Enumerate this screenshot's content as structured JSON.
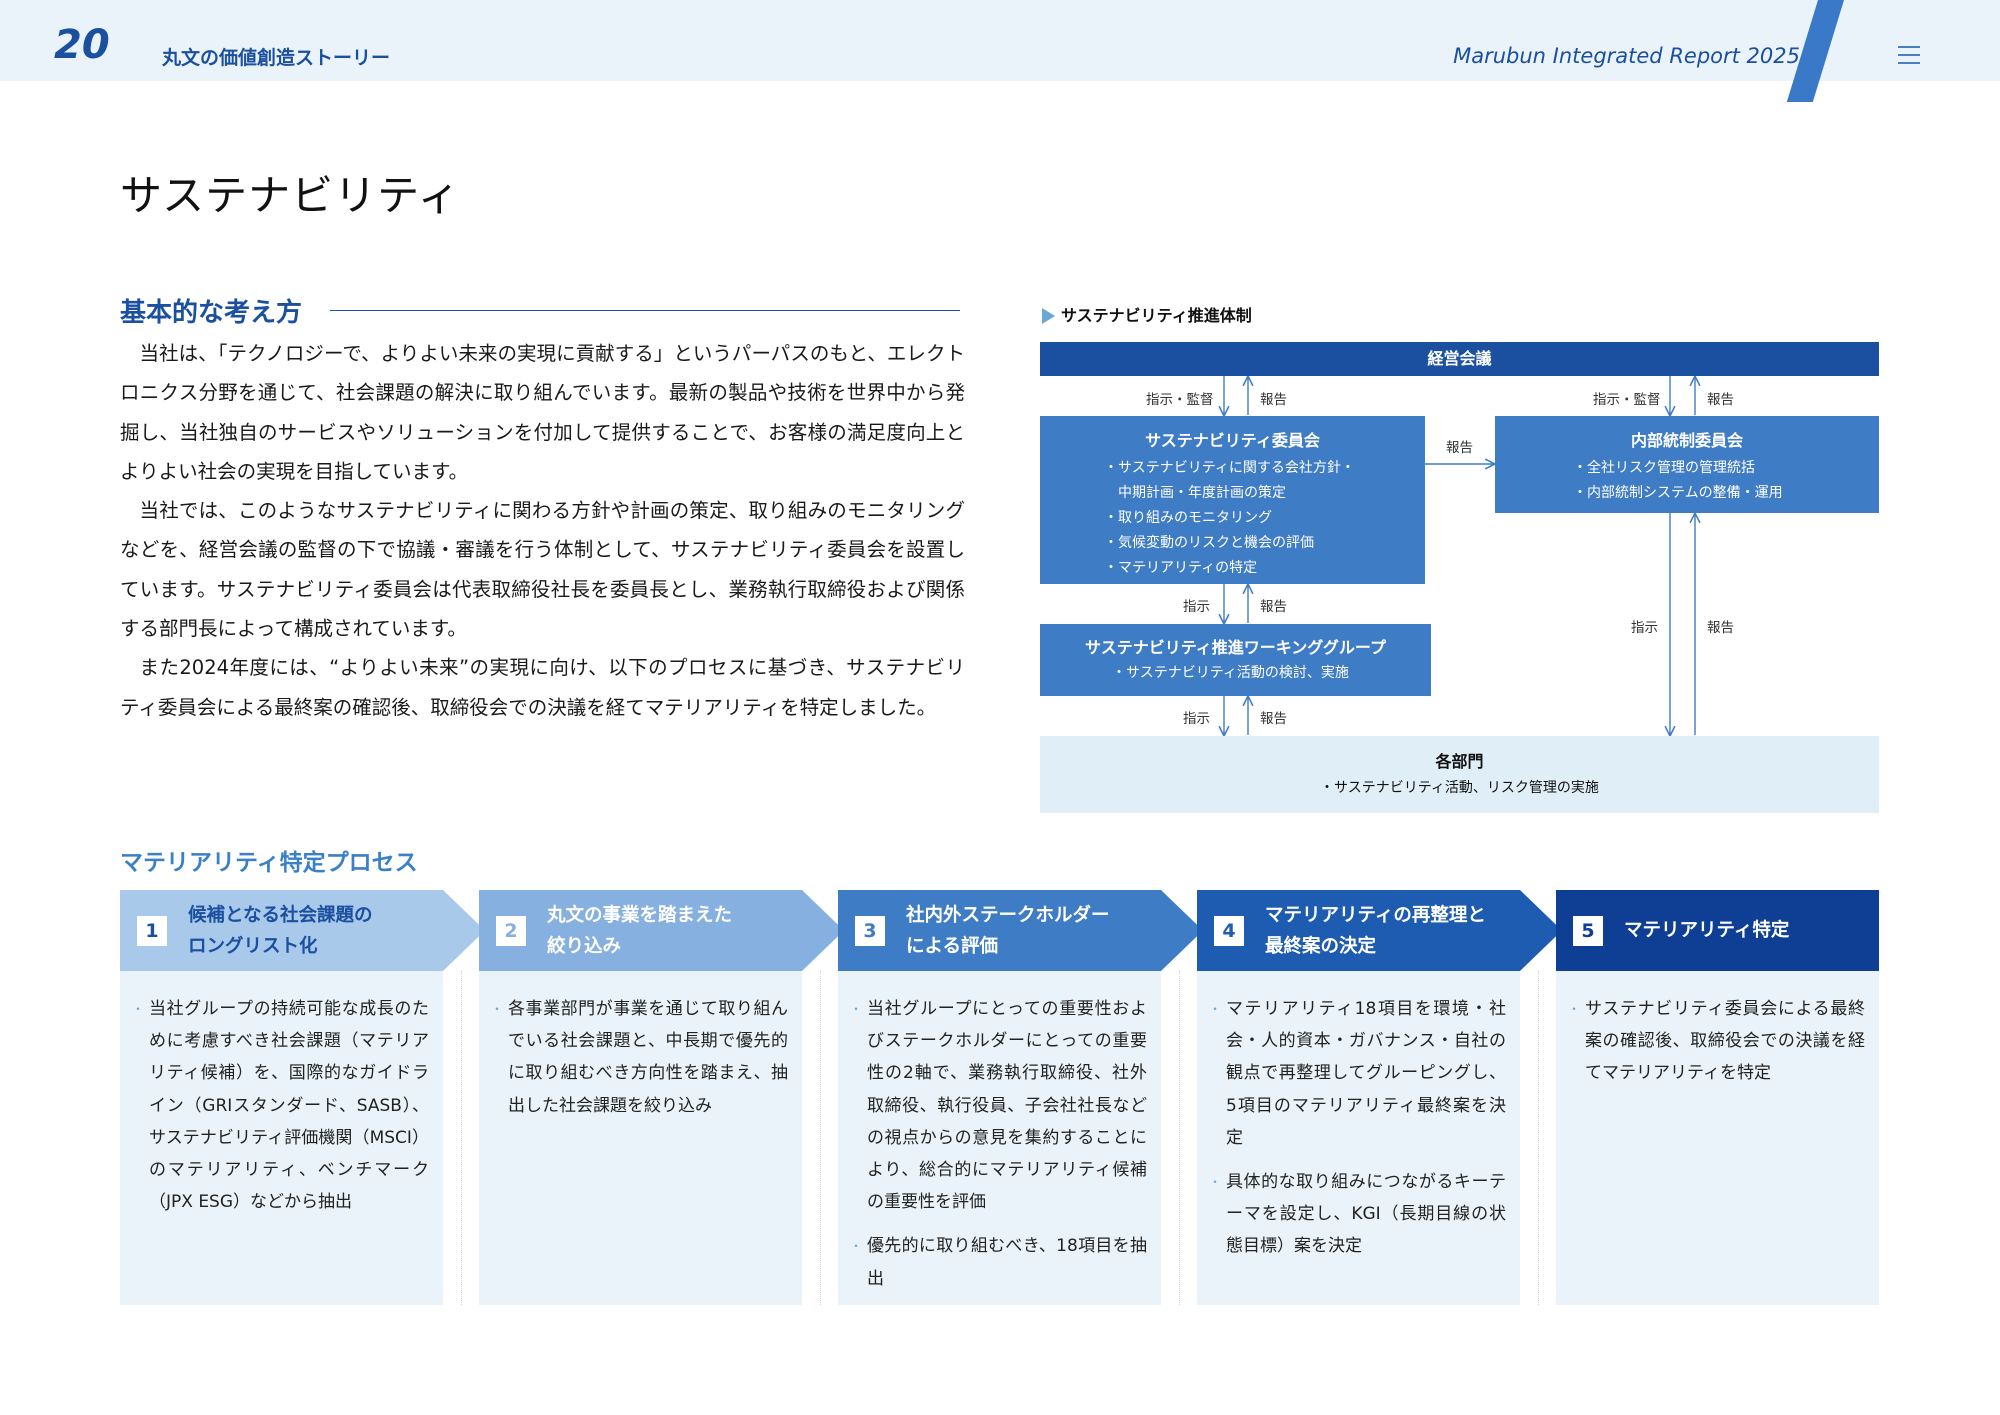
{
  "header": {
    "page_number": "20",
    "section": "丸文の価値創造ストーリー",
    "report": "Marubun Integrated Report 2025",
    "menu_icon": "hamburger-menu-icon"
  },
  "page_title": "サステナビリティ",
  "concept": {
    "heading": "基本的な考え方",
    "paragraphs": [
      "当社は、「テクノロジーで、よりよい未来の実現に貢献する」というパーパスのもと、エレクトロニクス分野を通じて、社会課題の解決に取り組んでいます。最新の製品や技術を世界中から発掘し、当社独自のサービスやソリューションを付加して提供することで、お客様の満足度向上とよりよい社会の実現を目指しています。",
      "当社では、このようなサステナビリティに関わる方針や計画の策定、取り組みのモニタリングなどを、経営会議の監督の下で協議・審議を行う体制として、サステナビリティ委員会を設置しています。サステナビリティ委員会は代表取締役社長を委員長とし、業務執行取締役および関係する部門長によって構成されています。",
      "また2024年度には、“よりよい未来”の実現に向け、以下のプロセスに基づき、サステナビリティ委員会による最終案の確認後、取締役会での決議を経てマテリアリティを特定しました。"
    ]
  },
  "org_chart": {
    "title": "サステナビリティ推進体制",
    "keiei": "経営会議",
    "sust_committee": {
      "title": "サステナビリティ委員会",
      "items": [
        "サステナビリティに関する会社方針・",
        "中期計画・年度計画の策定",
        "取り組みのモニタリング",
        "気候変動のリスクと機会の評価",
        "マテリアリティの特定"
      ]
    },
    "naibu_committee": {
      "title": "内部統制委員会",
      "items": [
        "全社リスク管理の管理統括",
        "内部統制システムの整備・運用"
      ]
    },
    "working_group": {
      "title": "サステナビリティ推進ワーキンググループ",
      "items": [
        "サステナビリティ活動の検討、実施"
      ]
    },
    "departments": {
      "title": "各部門",
      "items": [
        "サステナビリティ活動、リスク管理の実施"
      ]
    },
    "labels": {
      "shiji_kansa": "指示・監督",
      "houkoku": "報告",
      "shiji": "指示"
    }
  },
  "process": {
    "heading": "マテリアリティ特定プロセス",
    "steps": [
      {
        "num": "1",
        "label_lines": [
          "候補となる社会課題の",
          "ロングリスト化"
        ],
        "color": "#a9c9ea",
        "text_color": "#1b4fa0",
        "bullets": [
          "当社グループの持続可能な成長のために考慮すべき社会課題（マテリアリティ候補）を、国際的なガイドライン（GRIスタンダード、SASB）、サステナビリティ評価機関（MSCI）のマテリアリティ、ベンチマーク（JPX ESG）などから抽出"
        ]
      },
      {
        "num": "2",
        "label_lines": [
          "丸文の事業を踏まえた",
          "絞り込み"
        ],
        "color": "#86b0df",
        "text_color": "#ffffff",
        "bullets": [
          "各事業部門が事業を通じて取り組んでいる社会課題と、中長期で優先的に取り組むべき方向性を踏まえ、抽出した社会課題を絞り込み"
        ]
      },
      {
        "num": "3",
        "label_lines": [
          "社内外ステークホルダー",
          "による評価"
        ],
        "color": "#3f7cc6",
        "text_color": "#ffffff",
        "bullets": [
          "当社グループにとっての重要性およびステークホルダーにとっての重要性の2軸で、業務執行取締役、社外取締役、執行役員、子会社社長などの視点からの意見を集約することにより、総合的にマテリアリティ候補の重要性を評価",
          "優先的に取り組むべき、18項目を抽出"
        ]
      },
      {
        "num": "4",
        "label_lines": [
          "マテリアリティの再整理と",
          "最終案の決定"
        ],
        "color": "#1d5cb0",
        "text_color": "#ffffff",
        "bullets": [
          "マテリアリティ18項目を環境・社会・人的資本・ガバナンス・自社の観点で再整理してグルーピングし、5項目のマテリアリティ最終案を決定",
          "具体的な取り組みにつながるキーテーマを設定し、KGI（長期目線の状態目標）案を決定"
        ]
      },
      {
        "num": "5",
        "label_lines": [
          "マテリアリティ特定"
        ],
        "color": "#0e3f95",
        "text_color": "#ffffff",
        "bullets": [
          "サステナビリティ委員会による最終案の確認後、取締役会での決議を経てマテリアリティを特定"
        ]
      }
    ]
  }
}
